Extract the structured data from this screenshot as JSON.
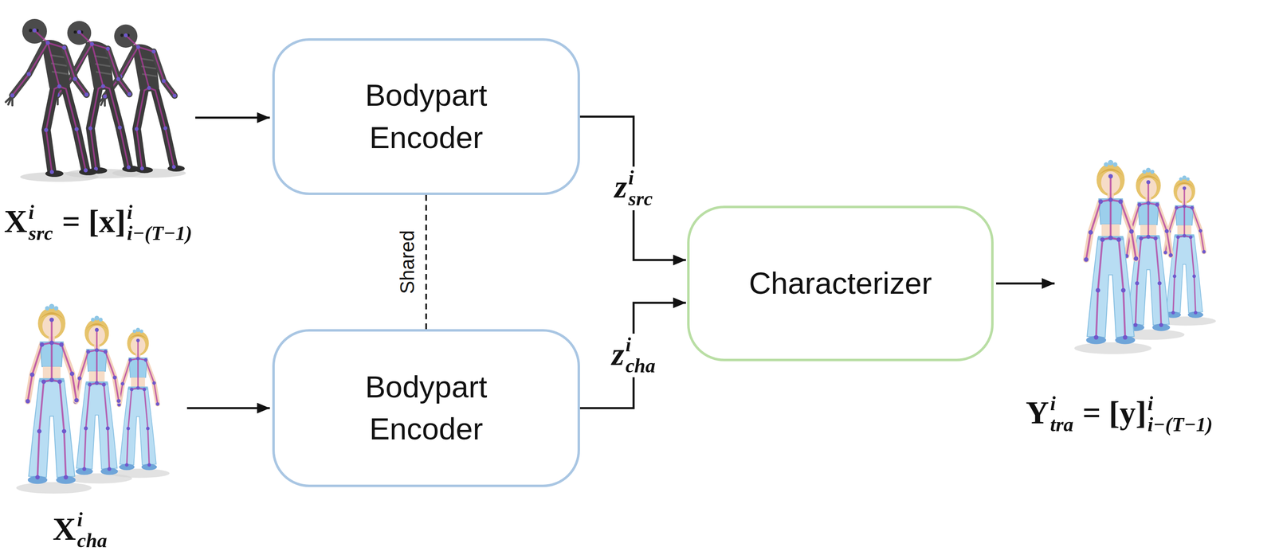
{
  "diagram": {
    "nodes": [
      {
        "text": [
          "Bodypart Encoder"
        ]
      },
      {
        "text": [
          "Bodypart Encoder"
        ]
      },
      {
        "text": [
          "Characterizer"
        ]
      }
    ],
    "edges": [
      {
        "from": 0,
        "to": 2,
        "arrow": "to",
        "label": "z"
      },
      {
        "from": 1,
        "to": 2,
        "arrow": "to",
        "label": "z"
      },
      {
        "from": 0,
        "to": 1,
        "arrow": "none",
        "label": "Shared"
      }
    ],
    "labels": [
      "X",
      "i",
      "src",
      "= [x]",
      "i",
      "i−(T−1)",
      "X",
      "i",
      "cha",
      "Y",
      "i",
      "tra",
      "= [y]",
      "i",
      "i−(T−1)",
      "i",
      "src",
      "i",
      "cha"
    ]
  }
}
